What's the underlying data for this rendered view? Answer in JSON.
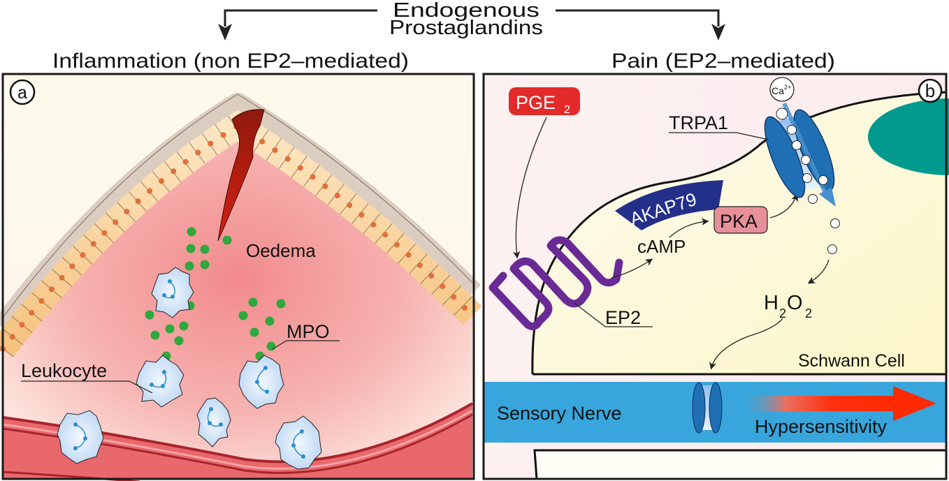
{
  "header": {
    "source": "Endogenous",
    "source_line2": "Prostaglandins",
    "left_title": "Inflammation (non EP2–mediated)",
    "right_title": "Pain (EP2–mediated)"
  },
  "panel_a": {
    "badge": "a",
    "labels": {
      "oedema": "Oedema",
      "mpo": "MPO",
      "leukocyte": "Leukocyte"
    }
  },
  "panel_b": {
    "badge": "b",
    "labels": {
      "pge": "PGE",
      "pge_sub": "2",
      "trpa1": "TRPA1",
      "ca": "Ca",
      "ca_sup": "2+",
      "akap79": "AKAP79",
      "pka": "PKA",
      "camp": "cAMP",
      "ep2": "EP2",
      "h": "H",
      "h_sub": "2",
      "o": "O",
      "o_sub": "2",
      "schwann": "Schwann Cell",
      "sensory": "Sensory Nerve",
      "hyper": "Hypersensitivity"
    }
  },
  "colors": {
    "pge_red": "#e32a2a",
    "akap_blue": "#23308a",
    "pka_pink": "#e8909a",
    "ep2_purple": "#6a2a96",
    "channel_blue": "#1f6fb5",
    "nerve_blue": "#38a6dc",
    "nucleus_teal": "#009a8e",
    "cell_cream": "#fdf7d4",
    "mpo_green": "#2fa83c",
    "tissue_pink": "#f5a5a5",
    "vessel_red": "#e9686c",
    "arrow_red": "#ff2a00"
  }
}
